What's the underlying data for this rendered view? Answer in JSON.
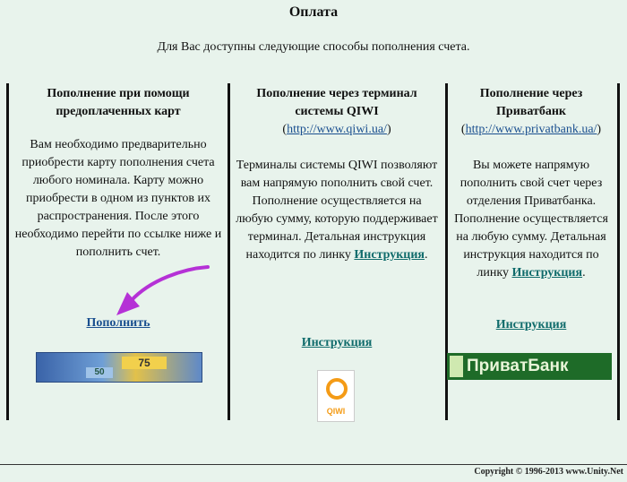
{
  "page": {
    "title": "Оплата",
    "subtitle": "Для Вас доступны следующие способы пополнения счета."
  },
  "columns": [
    {
      "heading": "Пополнение при помощи предоплаченных карт",
      "body": "Вам необходимо предварительно приобрести карту пополнения счета любого номинала. Карту можно приобрести в одном из пунктов их распространения. После этого необходимо перейти по ссылке ниже и пополнить счет.",
      "action_link": "Пополнить",
      "image_labels": [
        "50",
        "75"
      ]
    },
    {
      "heading": "Пополнение через терминал системы QIWI",
      "url_text": "http://www.qiwi.ua/",
      "body": "Терминалы системы QIWI позволяют вам напрямую пополнить свой счет. Пополнение осуществляется на любую сумму, которую поддерживает терминал. Детальная инструкция находится по линку",
      "inline_link": "Инструкция",
      "action_link": "Инструкция",
      "logo_text": "QIWI"
    },
    {
      "heading": "Пополнение через Приватбанк",
      "url_text": "http://www.privatbank.ua/",
      "body": "Вы можете напрямую пополнить свой счет через отделения Приватбанка. Пополнение осуществляется на любую сумму. Детальная инструкция находится по линку",
      "inline_link": "Инструкция",
      "action_link": "Инструкция",
      "logo_text": "ПриватБанк"
    }
  ],
  "footer": {
    "copyright": "Copyright © 1996-2013 www.Unity.Net"
  },
  "colors": {
    "background": "#e8f3ec",
    "link": "#1a4f8f",
    "instruction_link": "#0f6b6b",
    "arrow": "#b531d6",
    "privat_green": "#1e6b28",
    "qiwi_orange": "#f49b16"
  },
  "icons": [
    "arrow-annotation",
    "qiwi-logo-icon",
    "privatbank-logo-icon",
    "payment-cards-image"
  ]
}
